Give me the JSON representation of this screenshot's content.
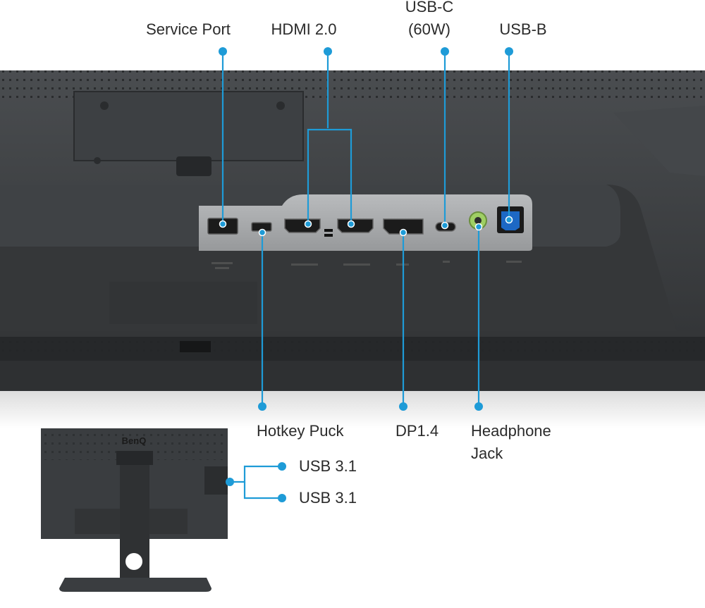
{
  "theme": {
    "accent": "#1e9bd7",
    "monitor_body": "#3a3d40",
    "monitor_dark": "#2a2c2e",
    "port_panel": "#a9abad"
  },
  "labels": {
    "service_port": "Service Port",
    "hdmi": "HDMI 2.0",
    "usb_c_line1": "USB-C",
    "usb_c_line2": "(60W)",
    "usb_b": "USB-B",
    "hotkey_puck": "Hotkey Puck",
    "dp": "DP1.4",
    "headphone_line1": "Headphone",
    "headphone_line2": "Jack",
    "usb31_a": "USB 3.1",
    "usb31_b": "USB 3.1"
  },
  "brand_logo": "BenQ",
  "icons": [
    "service-port-icon",
    "mini-usb-icon",
    "hdmi-port-icon",
    "displayport-icon",
    "usb-c-port-icon",
    "audio-jack-icon",
    "usb-b-port-icon"
  ]
}
